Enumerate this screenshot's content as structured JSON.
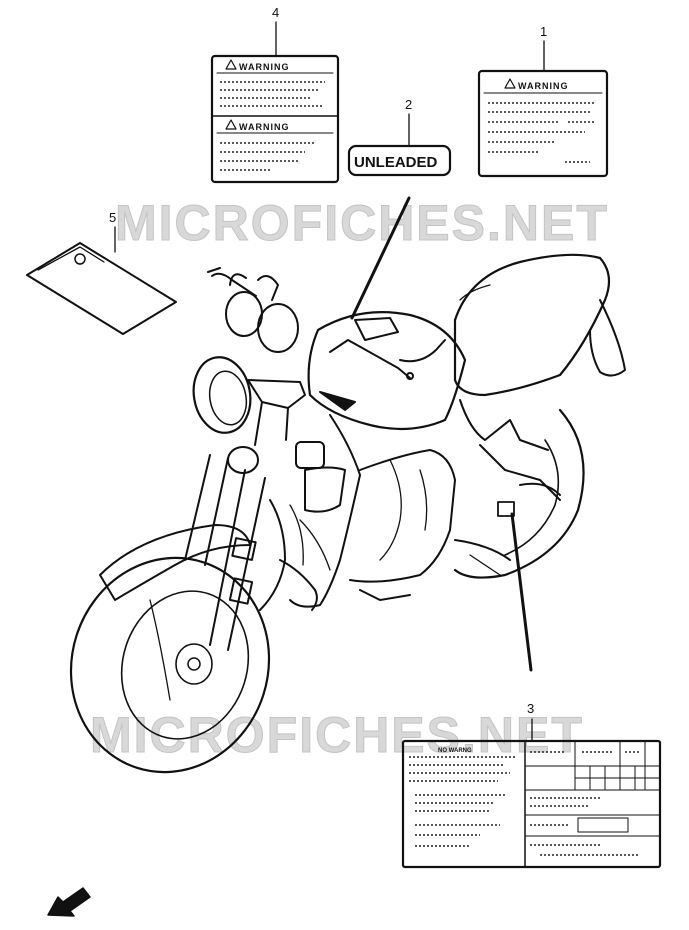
{
  "callouts": [
    {
      "number": "1",
      "part": "warning-label"
    },
    {
      "number": "2",
      "part": "unleaded-label"
    },
    {
      "number": "3",
      "part": "info-label"
    },
    {
      "number": "4",
      "part": "double-warning-label"
    },
    {
      "number": "5",
      "part": "manual-pouch"
    }
  ],
  "labels": {
    "warning_text": "WARNING",
    "unleaded_text": "UNLEADED",
    "info_header": "NO WARNG"
  },
  "watermark": {
    "text": "MICROFICHES.NET"
  },
  "icons": {
    "front_direction": "front-arrow-icon"
  },
  "colors": {
    "line": "#111111",
    "watermark": "#d8d8d8",
    "background": "#ffffff"
  }
}
